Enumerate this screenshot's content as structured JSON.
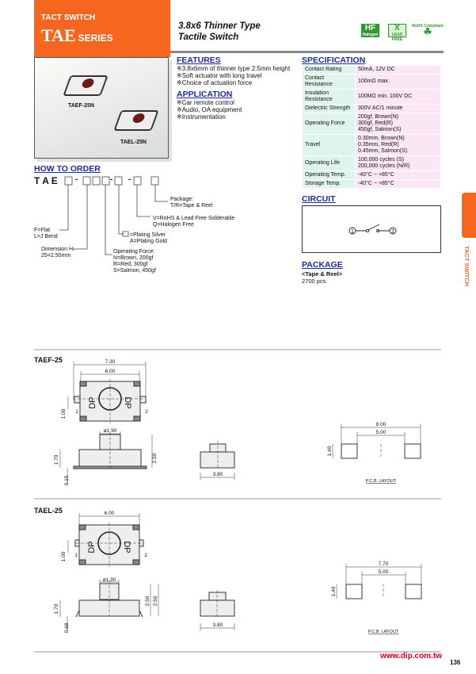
{
  "header": {
    "category": "TACT SWITCH",
    "series": "TAE",
    "series_suffix": "SERIES",
    "title_line1": "3.8x6 Thinner Type",
    "title_line2": "Tactile Switch",
    "logos": {
      "halogen_free": "Halogen Free",
      "lead_free": "LEAD FREE",
      "rohs": "RoHS Compliant"
    }
  },
  "photo": {
    "labels": [
      "TAEF-25N",
      "TAEL-25N"
    ]
  },
  "features": {
    "title": "FEATURES",
    "items": [
      "※3.8x6mm of thinner type 2.5mm height",
      "※Soft actuator with long travel",
      "※Choice of actuation force"
    ]
  },
  "application": {
    "title": "APPLICATION",
    "items": [
      "※Car remote control",
      "※Audio, OA equipment",
      "※Instrumentation"
    ]
  },
  "specification": {
    "title": "SPECIFICATION",
    "rows": [
      {
        "k": "Contact Rating",
        "v": "50mA, 12V DC"
      },
      {
        "k": "Contact Resistance",
        "v": "100mΩ max."
      },
      {
        "k": "Insulation Resistance",
        "v": "100MΩ min. 100V DC"
      },
      {
        "k": "Dielectric Strength",
        "v": "300V AC/1 minute"
      },
      {
        "k": "Operating Force",
        "v": "200gf, Brown(N)\n300gf, Red(R)\n450gf, Salmon(S)"
      },
      {
        "k": "Travel",
        "v": "0.30mm, Brown(N)\n0.35mm, Red(R)\n0.45mm, Salmon(S)"
      },
      {
        "k": "Operating Life",
        "v": "100,000 cycles (S)\n200,000 cycles (N/R)"
      },
      {
        "k": "Operating Temp.",
        "v": "-40°C ~ +85°C"
      },
      {
        "k": "Storage Temp.",
        "v": "-40°C ~ +85°C"
      }
    ]
  },
  "how_to_order": {
    "title": "HOW TO ORDER",
    "prefix": "T A E",
    "dash": "-",
    "notes": {
      "package": "Package:\nT/R=Tape & Reel",
      "rohs": "V=RoHS & Lead Free Solderable\nQ=Halogen Free",
      "plating": "=Plating Silver\nA=Plating Gold",
      "force": "Operating Force:\nN=Brown, 200gf\nR=Red, 300gf\nS=Salmon, 450gf",
      "type": "F=Flat\nL=J Bend",
      "dimension": "Dimension H:\n25=2.50mm"
    }
  },
  "circuit": {
    "title": "CIRCUIT",
    "pin1": "1",
    "pin2": "2"
  },
  "package": {
    "title": "PACKAGE",
    "type": "<Tape & Reel>",
    "qty": "2700 pcs"
  },
  "side_tab": "TACT SWITCH",
  "drawings": {
    "taef": {
      "name": "TAEF-25",
      "d_total": "7.30",
      "d_body": "6.00",
      "d_pin": "1.00",
      "d_dia": "ø1.90",
      "d_h1": "1.70",
      "d_h2": "2.50",
      "d_t": "0.15",
      "d_w": "3.80",
      "pcb_total": "8.00",
      "pcb_inner": "5.00",
      "pcb_h": "1.40",
      "pcb_label": "P.C.B. LAYOUT",
      "mark": "DP"
    },
    "tael": {
      "name": "TAEL-25",
      "d_body": "6.00",
      "d_pin": "1.00",
      "d_dia": "ø1.90",
      "d_h1": "1.70",
      "d_h2": "2.50",
      "d_h3": "2.50",
      "d_t": "0.68",
      "d_w": "3.80",
      "pcb_total": "7.70",
      "pcb_inner": "5.00",
      "pcb_h": "1.40",
      "pcb_label": "P.C.B. LAYOUT",
      "mark": "DP"
    }
  },
  "footer": {
    "url": "www.dip.com.tw",
    "page": "136"
  },
  "colors": {
    "accent": "#f7661e",
    "heading": "#1b2c9a",
    "url": "#e8001c"
  }
}
